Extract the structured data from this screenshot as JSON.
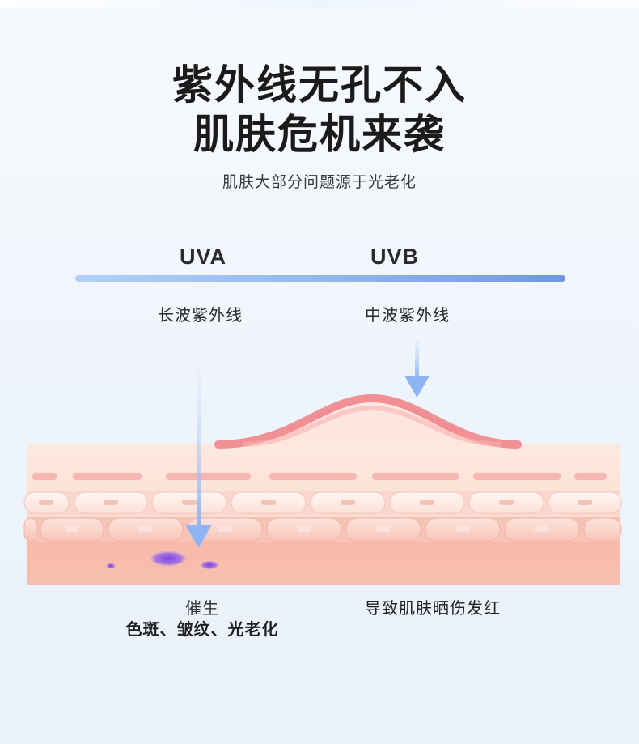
{
  "headline": {
    "line1": "紫外线无孔不入",
    "line2": "肌肤危机来袭"
  },
  "subtitle": "肌肤大部分问题源于光老化",
  "uva": {
    "label": "UVA",
    "description": "长波紫外线",
    "effect_line1": "催生",
    "effect_line2": "色斑、皱纹、光老化"
  },
  "uvb": {
    "label": "UVB",
    "description": "中波紫外线",
    "effect": "导致肌肤晒伤发红"
  },
  "colors": {
    "uv_bar_start": "#b3cff6",
    "uv_bar_end": "#6f98df",
    "skin": "#f9c7b6",
    "redness": "#ef7f84",
    "spots": "#8a4fe0",
    "arrow": "#8fb6f5"
  }
}
